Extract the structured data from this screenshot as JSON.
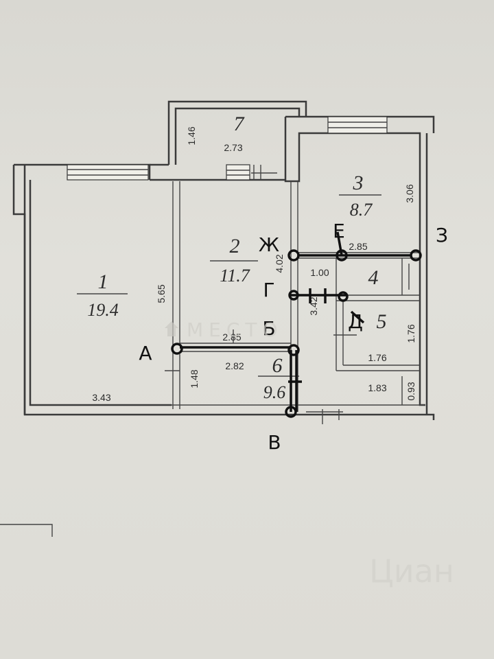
{
  "rooms": [
    {
      "id": "1",
      "area": "19.4"
    },
    {
      "id": "2",
      "area": "11.7"
    },
    {
      "id": "3",
      "area": "8.7"
    },
    {
      "id": "4",
      "area": ""
    },
    {
      "id": "5",
      "area": ""
    },
    {
      "id": "6",
      "area": "9.6"
    },
    {
      "id": "7",
      "area": ""
    }
  ],
  "dimensions": {
    "room7_height": "1.46",
    "room7_width": "2.73",
    "room1_height": "5.65",
    "room1_width": "3.43",
    "room2_width_top": "2.85",
    "room2_width_bottom": "2.82",
    "room6_height": "1.48",
    "room3_height": "3.06",
    "room3_width": "2.85",
    "room4_width": "1.00",
    "room4_side": "4.02",
    "corridor_side": "3.42",
    "room5_height": "1.76",
    "room5_width": "1.76",
    "bottom_right_width": "1.83",
    "bottom_right_height": "0.93"
  },
  "markers": {
    "A": "А",
    "B": "В",
    "G": "Г",
    "Zh": "Ж",
    "E": "Е",
    "Z": "З",
    "Be": "Б",
    "D": "Д"
  },
  "watermarks": {
    "center": "МЕСТО",
    "bottom_right": "Циан"
  },
  "colors": {
    "paper": "#dddcd6",
    "ink": "#2b2b2b",
    "marker": "#111111"
  }
}
